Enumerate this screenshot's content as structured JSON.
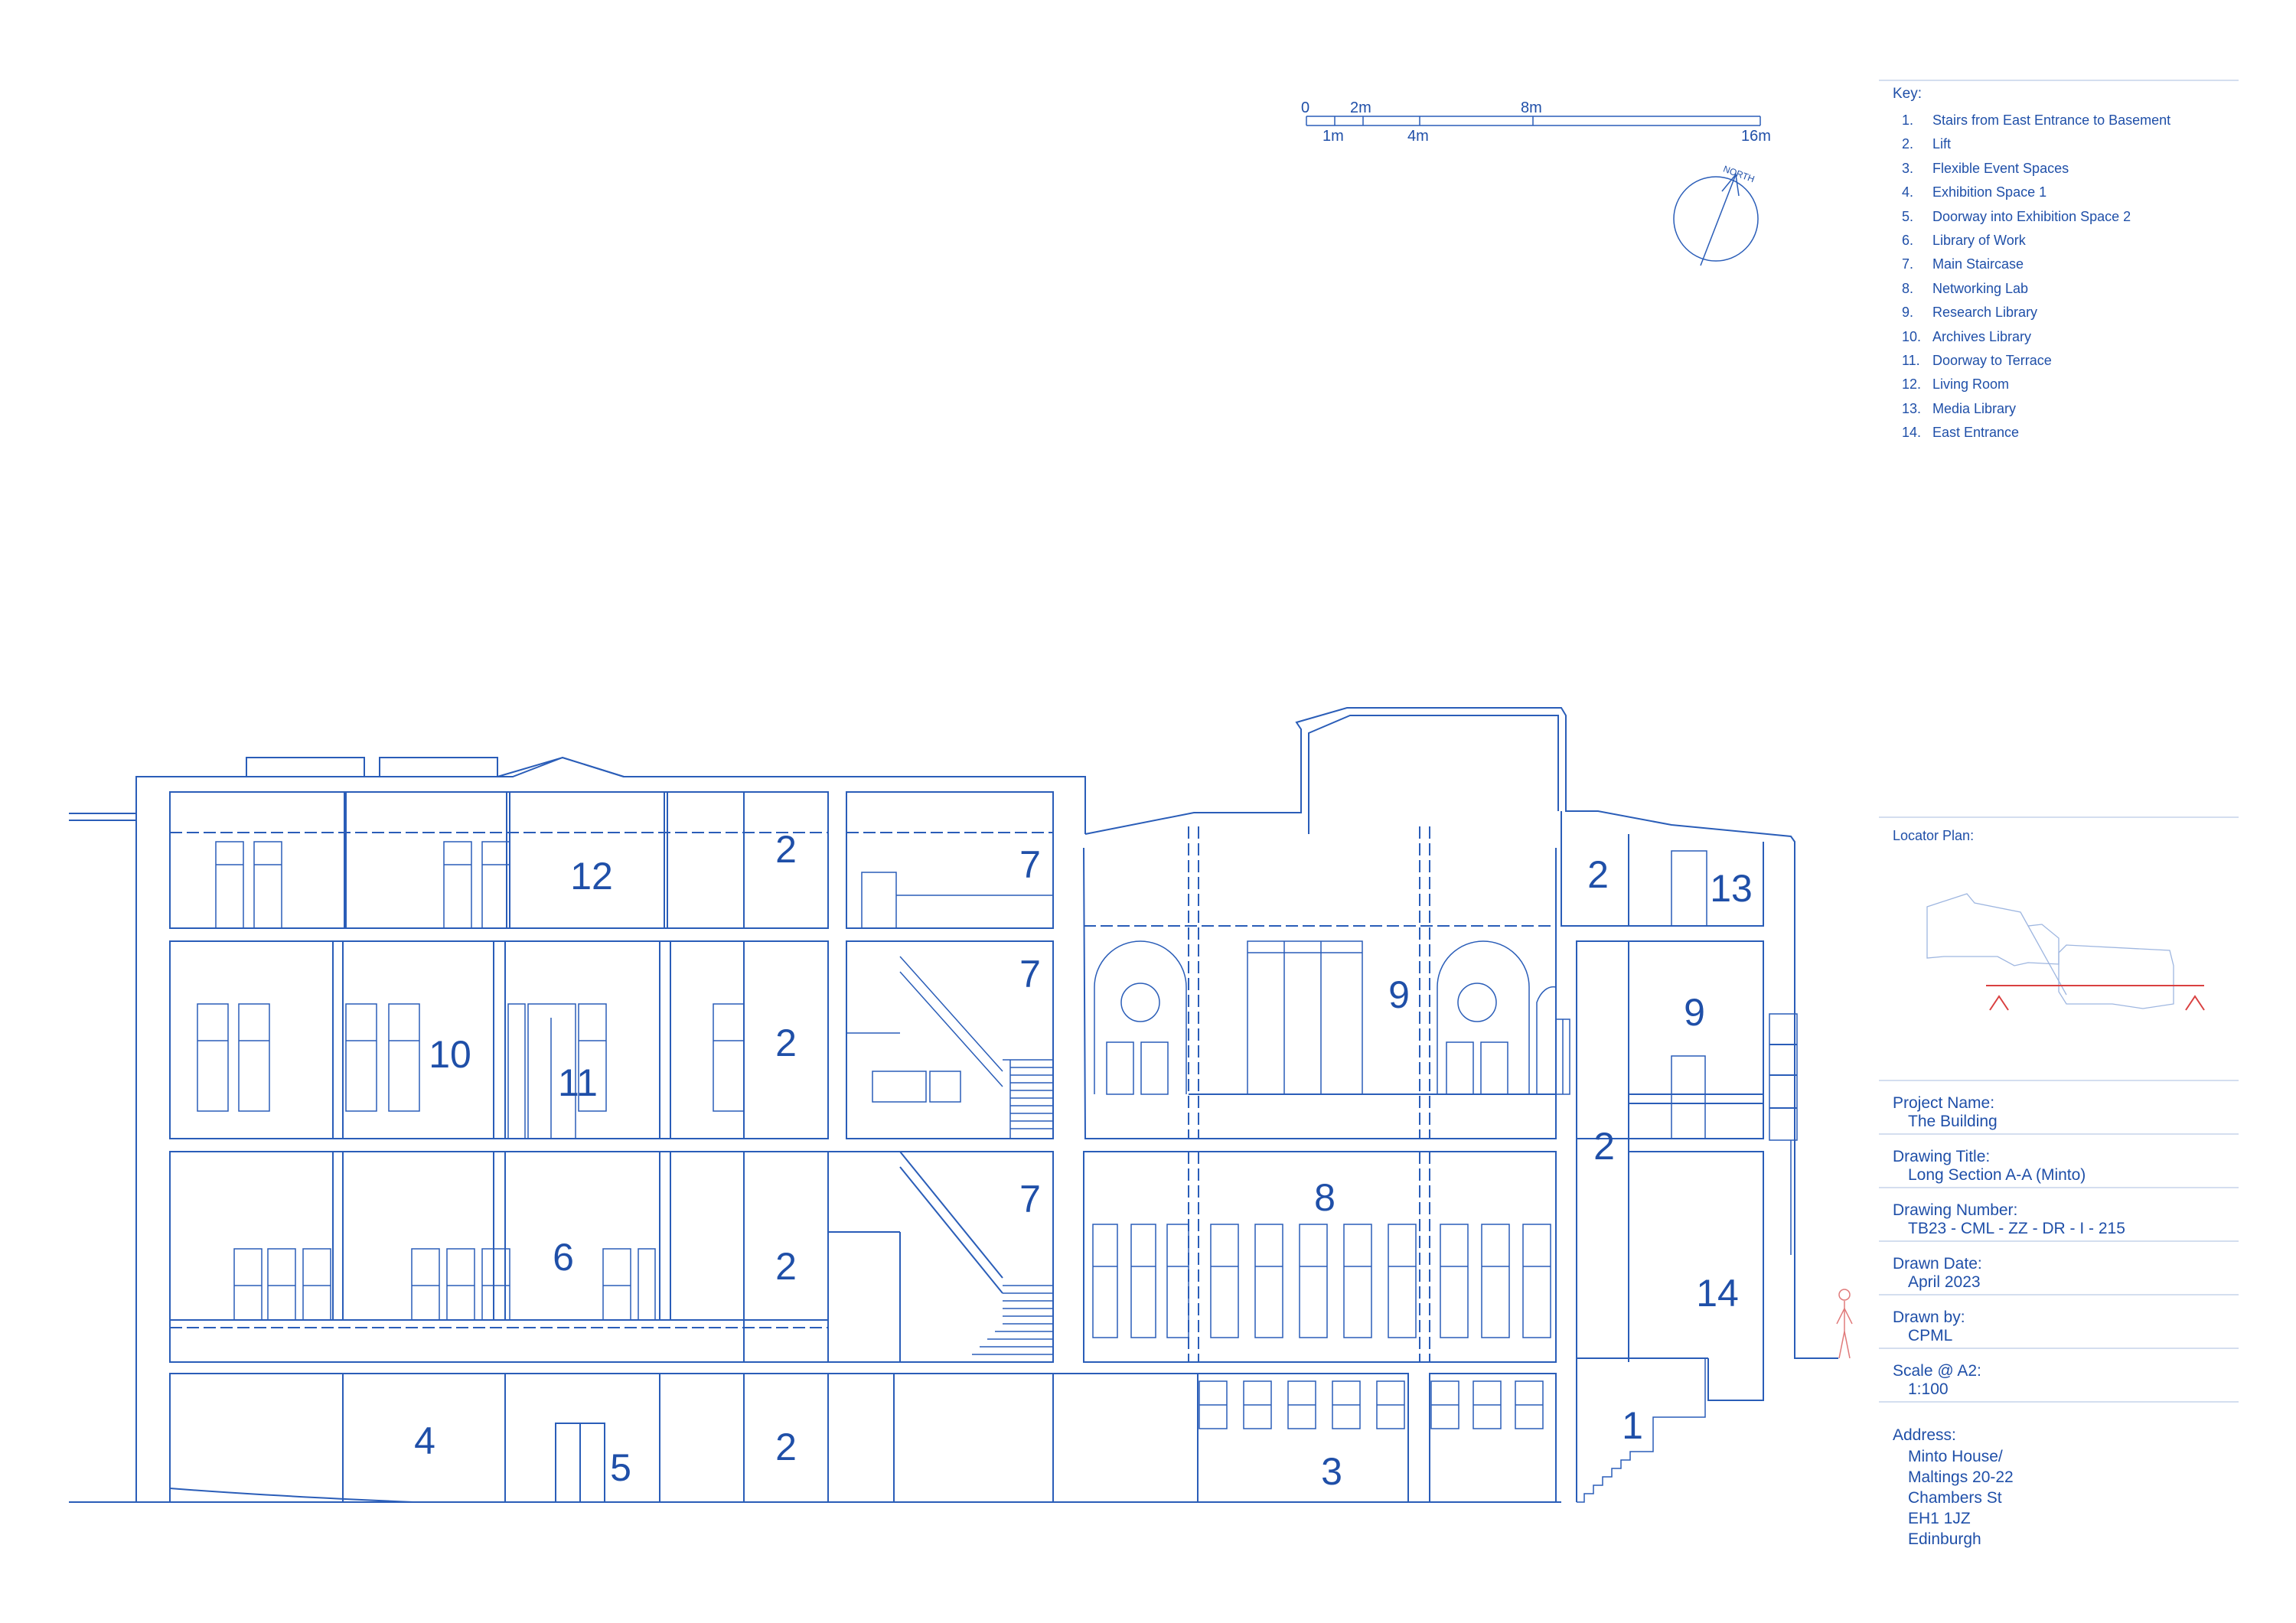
{
  "scale_bar": {
    "top_labels": [
      "0",
      "2m",
      "8m"
    ],
    "bottom_labels": [
      "1m",
      "4m",
      "16m"
    ]
  },
  "north": {
    "label": "NORTH"
  },
  "key": {
    "title": "Key:",
    "items": [
      {
        "num": "1.",
        "label": "Stairs from East Entrance to Basement"
      },
      {
        "num": "2.",
        "label": "Lift"
      },
      {
        "num": "3.",
        "label": "Flexible Event Spaces"
      },
      {
        "num": "4.",
        "label": "Exhibition Space 1"
      },
      {
        "num": "5.",
        "label": "Doorway into Exhibition Space 2"
      },
      {
        "num": "6.",
        "label": "Library of Work"
      },
      {
        "num": "7.",
        "label": "Main Staircase"
      },
      {
        "num": "8.",
        "label": "Networking Lab"
      },
      {
        "num": "9.",
        "label": "Research Library"
      },
      {
        "num": "10.",
        "label": "Archives Library"
      },
      {
        "num": "11.",
        "label": "Doorway to Terrace"
      },
      {
        "num": "12.",
        "label": "Living Room"
      },
      {
        "num": "13.",
        "label": "Media Library"
      },
      {
        "num": "14.",
        "label": "East Entrance"
      }
    ]
  },
  "locator": {
    "title": "Locator Plan:"
  },
  "title_block": {
    "project_label": "Project Name:",
    "project_value": "The Building",
    "drawing_title_label": "Drawing Title:",
    "drawing_title_value": "Long Section A-A (Minto)",
    "drawing_number_label": "Drawing Number:",
    "drawing_number_value": "TB23 - CML - ZZ - DR - I - 215",
    "drawn_date_label": "Drawn Date:",
    "drawn_date_value": "April 2023",
    "drawn_by_label": "Drawn by:",
    "drawn_by_value": "CPML",
    "scale_label": "Scale @ A2:",
    "scale_value": "1:100",
    "address_label": "Address:",
    "address_lines": [
      "Minto House/",
      "Maltings 20-22",
      "Chambers St",
      "EH1 1JZ",
      "Edinburgh"
    ]
  },
  "room_labels": {
    "r12": "12",
    "r2a": "2",
    "r7a": "7",
    "r10": "10",
    "r11": "11",
    "r2b": "2",
    "r7b": "7",
    "r6": "6",
    "r2c": "2",
    "r7c": "7",
    "r4": "4",
    "r5": "5",
    "r2d": "2",
    "r3": "3",
    "r9a": "9",
    "r8": "8",
    "r2e": "2",
    "r13": "13",
    "r9b": "9",
    "r2f": "2",
    "r14": "14",
    "r1": "1"
  },
  "colors": {
    "line": "#2a5db8",
    "text": "#1f4fa8",
    "section_cut": "#d94040"
  }
}
